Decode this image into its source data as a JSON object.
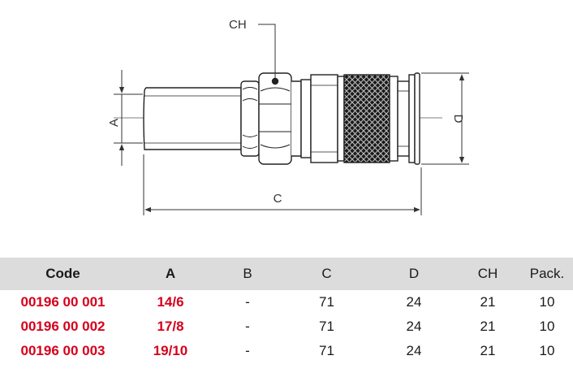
{
  "drawing": {
    "labels": {
      "ch": "CH",
      "a": "A",
      "c": "C",
      "d": "D"
    }
  },
  "table": {
    "headers": [
      "Code",
      "A",
      "B",
      "C",
      "D",
      "CH",
      "Pack."
    ],
    "rows": [
      [
        "00196 00 001",
        "14/6",
        "-",
        "71",
        "24",
        "21",
        "10"
      ],
      [
        "00196 00 002",
        "17/8",
        "-",
        "71",
        "24",
        "21",
        "10"
      ],
      [
        "00196 00 003",
        "19/10",
        "-",
        "71",
        "24",
        "21",
        "10"
      ]
    ]
  },
  "colors": {
    "code_red": "#d6001c",
    "header_gray": "#dcdcdc"
  }
}
